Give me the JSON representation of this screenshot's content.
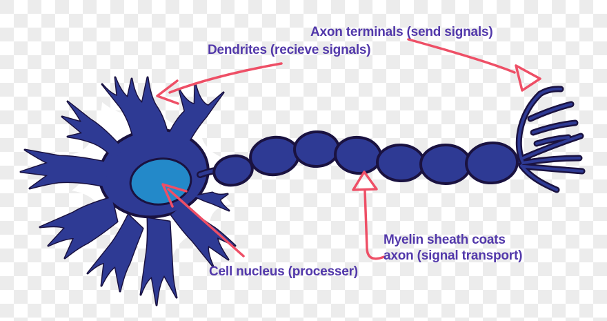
{
  "diagram": {
    "name": "neuron-diagram",
    "labels": {
      "axon_terminals": "Axon terminals (send signals)",
      "dendrites": "Dendrites (recieve signals)",
      "cell_nucleus": "Cell nucleus (processer)",
      "myelin_line1": "Myelin sheath coats",
      "myelin_line2": "axon (signal transport)"
    },
    "colors": {
      "label_text": "#5238aa",
      "arrow": "#ee4f66",
      "neuron_fill": "#2e3a94",
      "neuron_outline": "#1a1240",
      "nucleus_fill": "#2389c9",
      "checker_light": "#ffffff",
      "checker_gray": "#ececec"
    }
  }
}
